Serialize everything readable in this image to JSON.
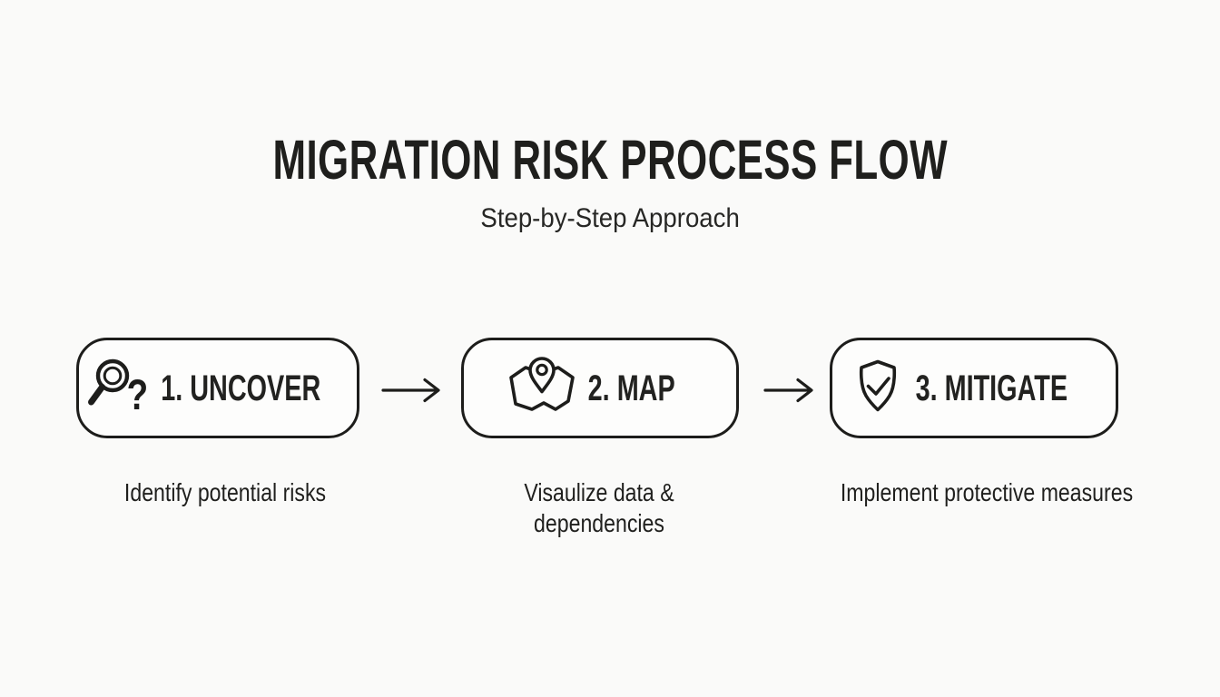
{
  "meta": {
    "background_color": "#fafaf9",
    "ink_color": "#1d1d1b"
  },
  "header": {
    "title": "MIGRATION RISK PROCESS FLOW",
    "subtitle": "Step-by-Step Approach"
  },
  "steps": [
    {
      "label": "1. UNCOVER",
      "description": "Identify potential risks",
      "icon": "magnifier-question-icon",
      "icon_glyph": "?"
    },
    {
      "label": "2. MAP",
      "description": "Visaulize data & dependencies",
      "icon": "map-pin-icon"
    },
    {
      "label": "3. MITIGATE",
      "description": "Implement protective measures",
      "icon": "shield-check-icon"
    }
  ],
  "connectors": [
    {
      "type": "arrow-right"
    },
    {
      "type": "arrow-right"
    }
  ]
}
